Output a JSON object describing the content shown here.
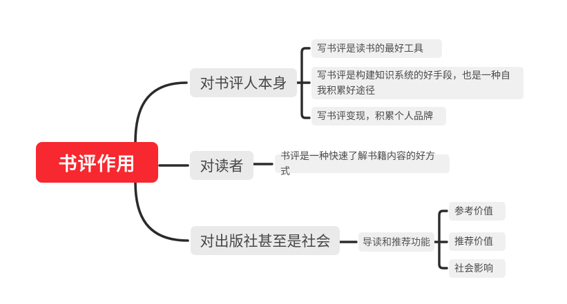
{
  "mindmap": {
    "root": {
      "label": "书评作用",
      "color": "#F7282F",
      "text_color": "#FFFFFF"
    },
    "branches": [
      {
        "label": "对书评人本身",
        "children": [
          {
            "label": "写书评是读书的最好工具"
          },
          {
            "label": "写书评是构建知识系统的好手段，也是一种自我积累好途径"
          },
          {
            "label": "写书评变现，积累个人品牌"
          }
        ]
      },
      {
        "label": "对读者",
        "children": [
          {
            "label": "书评是一种快速了解书籍内容的好方式"
          }
        ]
      },
      {
        "label": "对出版社甚至是社会",
        "children": [
          {
            "label": "导读和推荐功能",
            "children": [
              {
                "label": "参考价值"
              },
              {
                "label": "推荐价值"
              },
              {
                "label": "社会影响"
              }
            ]
          }
        ]
      }
    ],
    "colors": {
      "background": "#FFFFFF",
      "accent": "#F7282F",
      "branch_node_bg": "#EAEAEA",
      "leaf_node_bg": "#F0F0F0",
      "connector": "#2B2B2B",
      "branch_text": "#464646",
      "leaf_text": "#4A4A4A"
    }
  }
}
